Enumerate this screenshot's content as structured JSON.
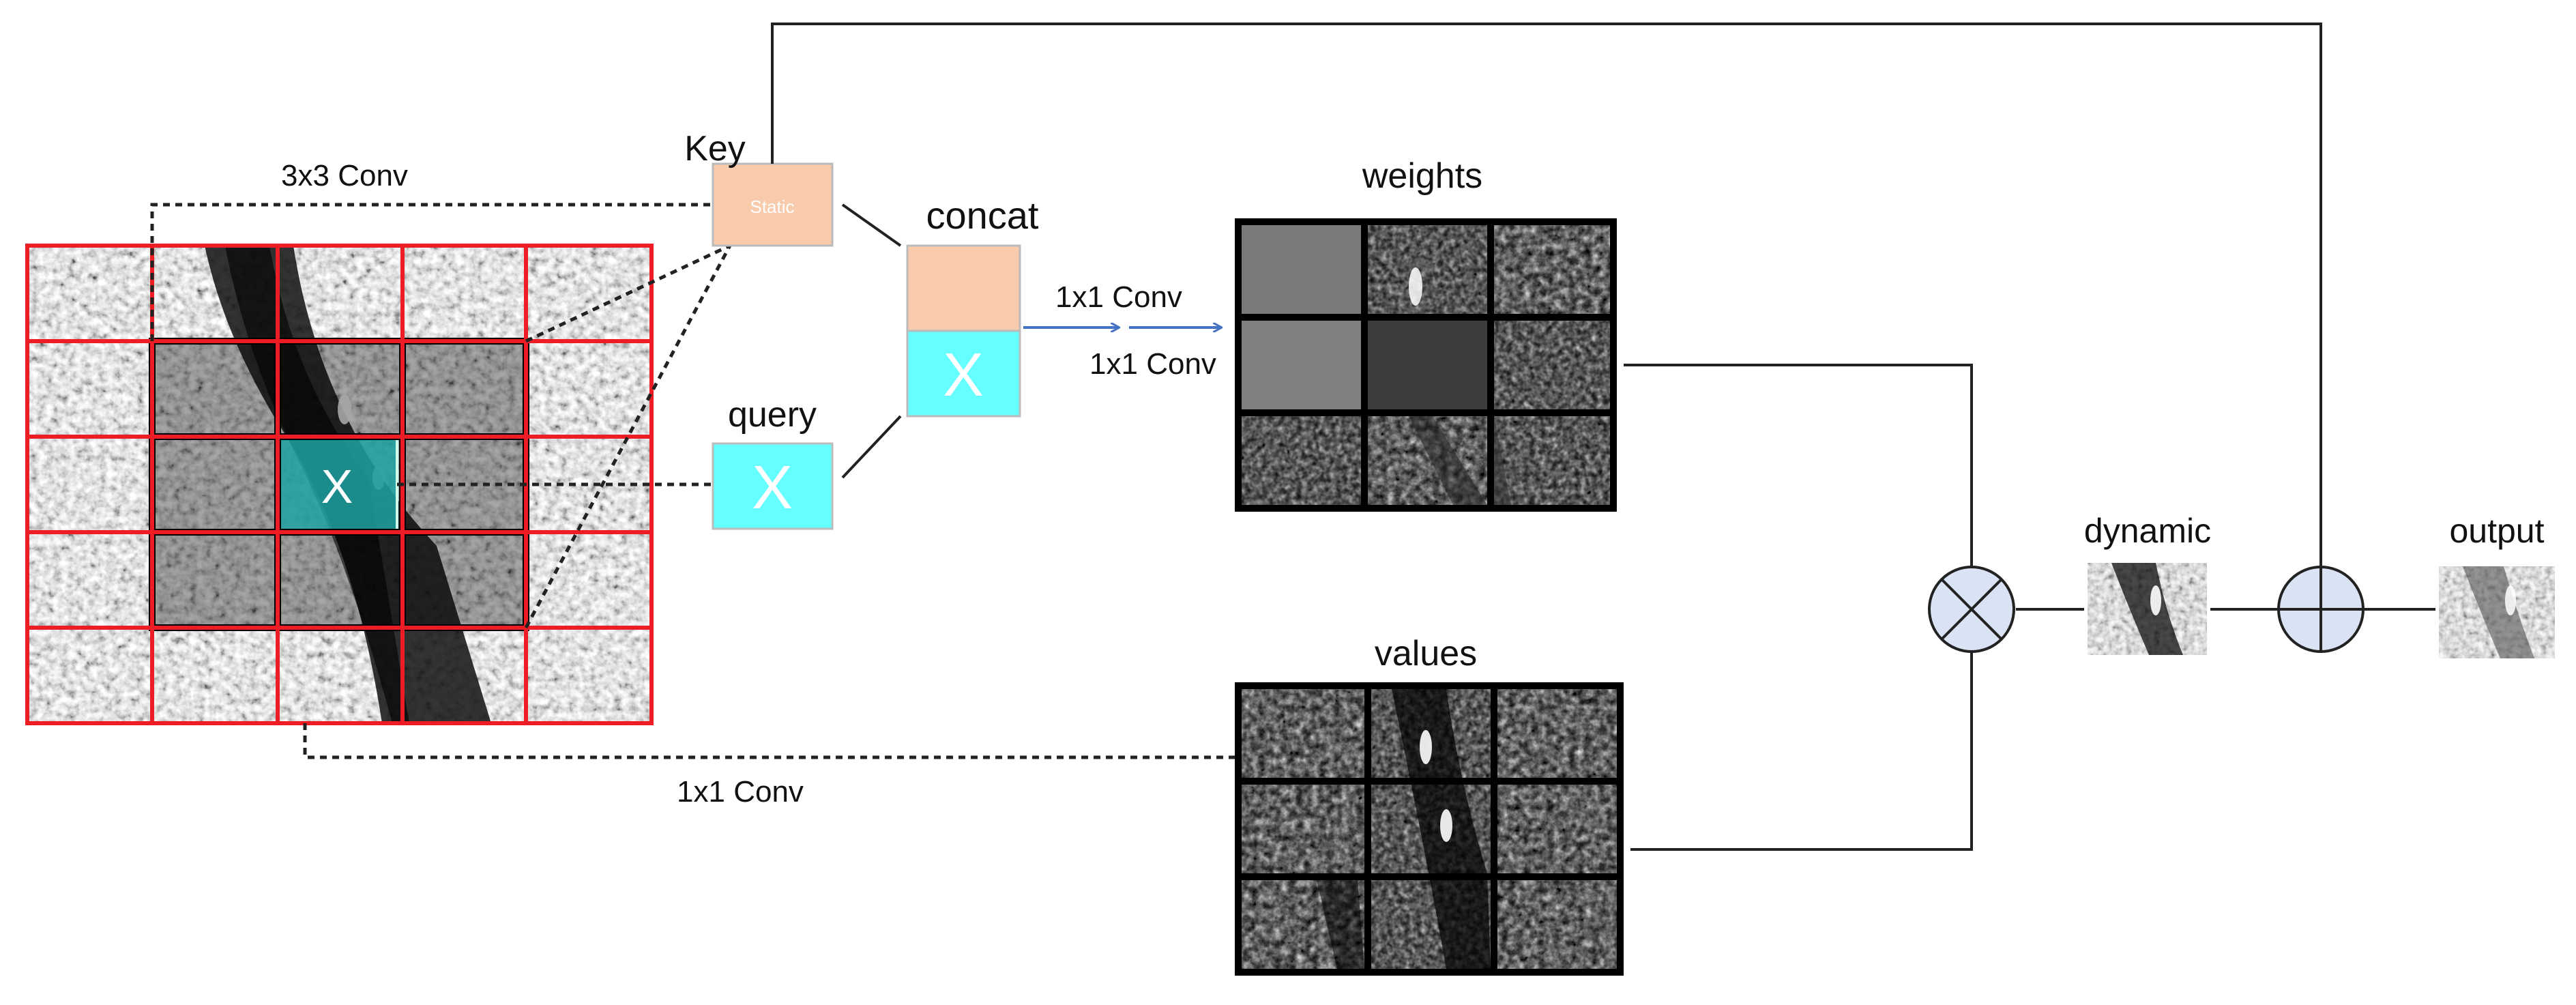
{
  "labels": {
    "conv3x3": "3x3 Conv",
    "key": "Key",
    "static": "Static",
    "query": "query",
    "query_x": "X",
    "concat": "concat",
    "concat_x": "X",
    "conv1x1_a": "1x1 Conv",
    "conv1x1_b": "1x1 Conv",
    "weights": "weights",
    "values": "values",
    "conv1x1_values": "1x1 Conv",
    "dynamic": "dynamic",
    "output": "output",
    "center_x": "X"
  },
  "colors": {
    "grid_red": "#ee1c24",
    "key_fill": "#f8cbad",
    "query_fill": "#66ffff",
    "center_fill": "#1fa3a3",
    "operator_fill": "#dae3f3",
    "arrow_blue": "#4472c4",
    "line": "#222222"
  },
  "operators": {
    "multiply": "multiply-operator",
    "add": "add-operator"
  }
}
